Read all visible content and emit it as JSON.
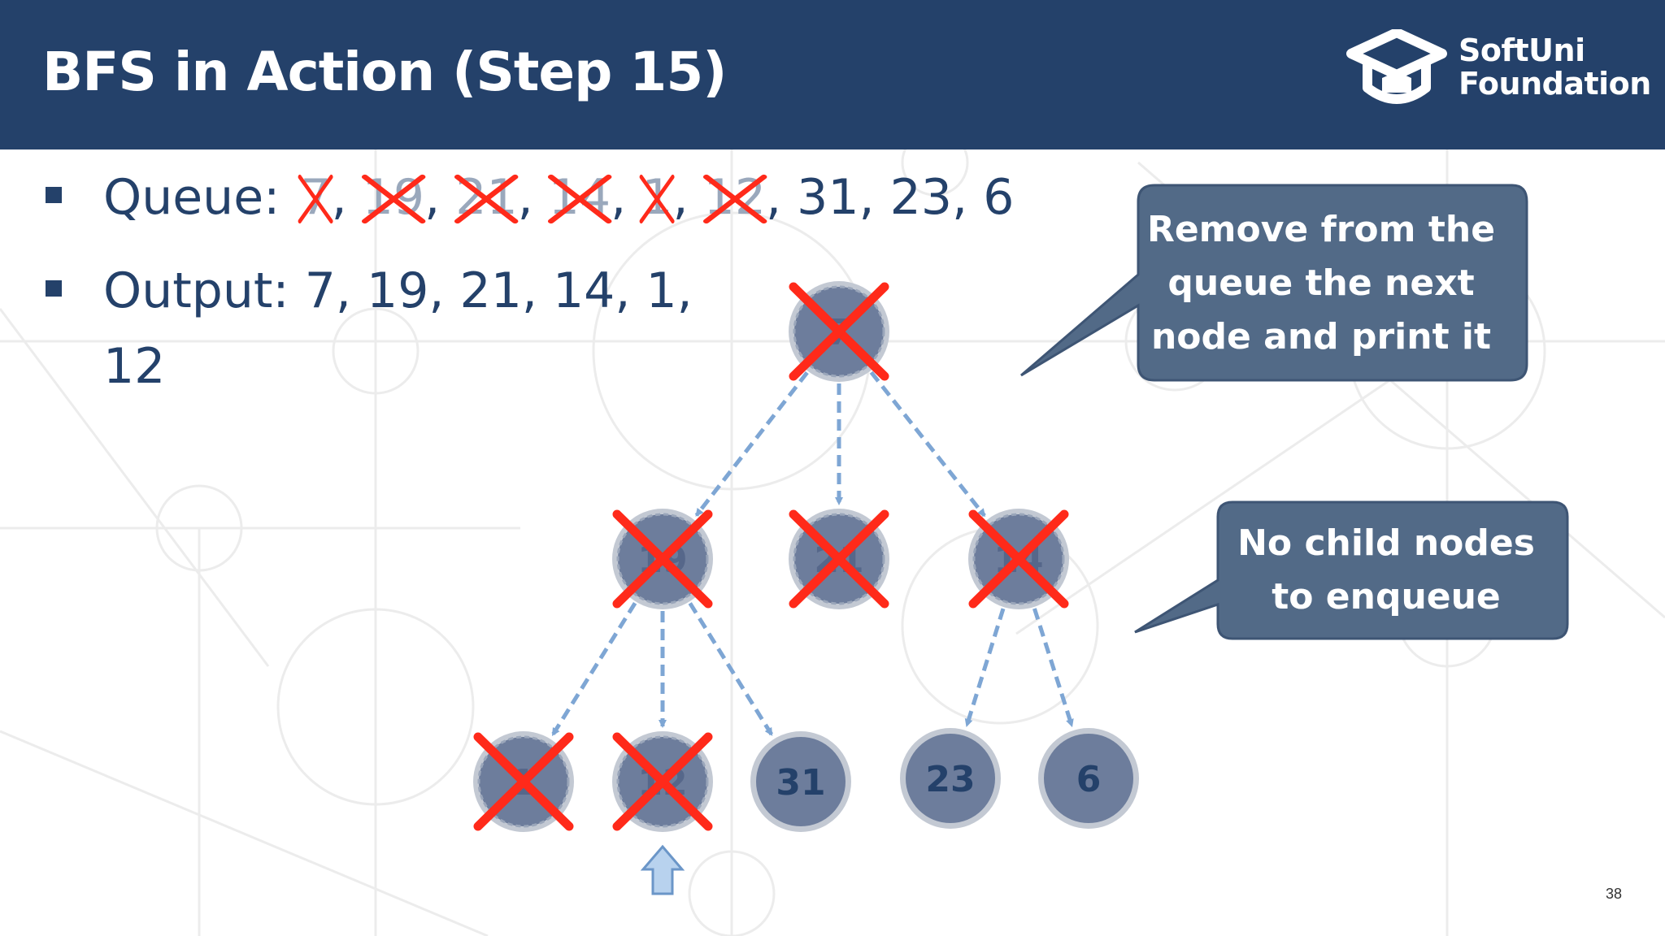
{
  "header": {
    "title": "BFS in Action (Step 15)",
    "logo_line1": "SoftUni",
    "logo_line2": "Foundation",
    "background_color": "#24416a"
  },
  "queue": {
    "label": "Queue:",
    "items": [
      {
        "text": "7",
        "removed": true
      },
      {
        "text": "19",
        "removed": true
      },
      {
        "text": "21",
        "removed": true
      },
      {
        "text": "14",
        "removed": true
      },
      {
        "text": "1",
        "removed": true
      },
      {
        "text": "12",
        "removed": true
      },
      {
        "text": "31",
        "removed": false
      },
      {
        "text": "23",
        "removed": false
      },
      {
        "text": "6",
        "removed": false
      }
    ],
    "separator": ", "
  },
  "output": {
    "line1": "Output: 7, 19, 21, 14, 1,",
    "line2": "12"
  },
  "callouts": {
    "top": [
      "Remove from the",
      "queue the next",
      "node and print it"
    ],
    "bottom": [
      "No child nodes",
      "to enqueue"
    ],
    "fill": "#526a87"
  },
  "tree": {
    "nodes": [
      {
        "id": "n7",
        "label": "7",
        "removed": true
      },
      {
        "id": "n19",
        "label": "19",
        "removed": true
      },
      {
        "id": "n21",
        "label": "21",
        "removed": true
      },
      {
        "id": "n14",
        "label": "14",
        "removed": true
      },
      {
        "id": "n1",
        "label": "1",
        "removed": true
      },
      {
        "id": "n12",
        "label": "12",
        "removed": true
      },
      {
        "id": "n31",
        "label": "31",
        "removed": false
      },
      {
        "id": "n23",
        "label": "23",
        "removed": false
      },
      {
        "id": "n6",
        "label": "6",
        "removed": false
      }
    ],
    "edges": [
      [
        "n7",
        "n19"
      ],
      [
        "n7",
        "n21"
      ],
      [
        "n7",
        "n14"
      ],
      [
        "n19",
        "n1"
      ],
      [
        "n19",
        "n12"
      ],
      [
        "n19",
        "n31"
      ],
      [
        "n14",
        "n23"
      ],
      [
        "n14",
        "n6"
      ]
    ],
    "current_pointer": "n12",
    "node_color": "#6d7d9c",
    "cross_color": "#ff2a1a"
  },
  "page_number": "38"
}
